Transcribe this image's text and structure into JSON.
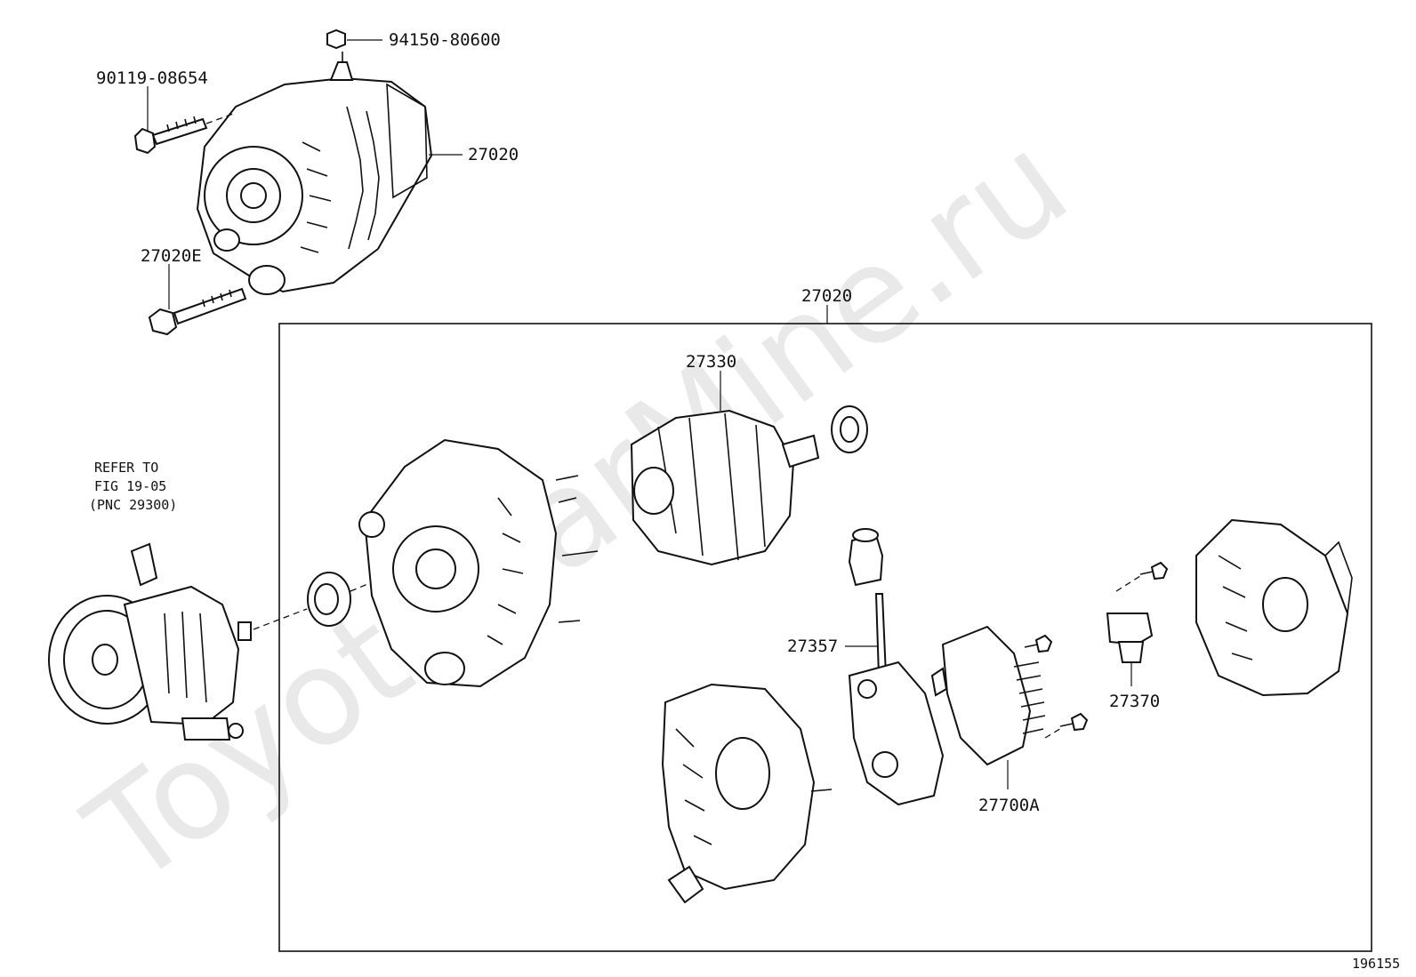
{
  "watermark": "ToyotaCarMine.ru",
  "figure_number": "196155",
  "labels": {
    "bolt_nut": "94150-80600",
    "bolt_upper": "90119-08654",
    "alternator_top": "27020",
    "bolt_lower": "27020E",
    "alternator_assy": "27020",
    "rotor": "27330",
    "brush_holder": "27357",
    "regulator": "27700A",
    "rectifier": "27370"
  },
  "reference_note": {
    "line1": "REFER TO",
    "line2": "FIG 19-05",
    "line3": "(PNC 29300)"
  }
}
